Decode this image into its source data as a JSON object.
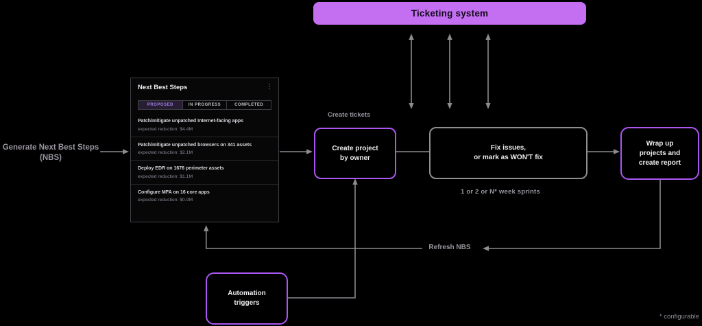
{
  "banner": {
    "label": "Ticketing system"
  },
  "labels": {
    "generate_nbs_line1": "Generate Next Best Steps",
    "generate_nbs_line2": "(NBS)",
    "create_tickets": "Create tickets",
    "sprints": "1 or 2 or N* week sprints",
    "refresh_nbs": "Refresh NBS",
    "configurable": "* configurable"
  },
  "boxes": {
    "create_project": {
      "line1": "Create project",
      "line2": "by owner"
    },
    "fix_issues": {
      "line1": "Fix issues,",
      "line2": "or mark as WON'T fix"
    },
    "wrap_up": {
      "line1": "Wrap up",
      "line2": "projects and",
      "line3": "create report"
    },
    "automation": {
      "line1": "Automation",
      "line2": "triggers"
    }
  },
  "nbs_panel": {
    "title": "Next Best Steps",
    "menu_icon": "⋮",
    "tabs": [
      {
        "label": "PROPOSED",
        "active": true
      },
      {
        "label": "IN PROGRESS",
        "active": false
      },
      {
        "label": "COMPLETED",
        "active": false
      }
    ],
    "items": [
      {
        "title": "Patch/mitigate unpatched Internet-facing apps",
        "subtitle": "expected reduction: $4.4M"
      },
      {
        "title": "Patch/mitigate unpatched browsers on 341 assets",
        "subtitle": "expected reduction: $2.1M"
      },
      {
        "title": "Deploy EDR on 1676 perimeter assets",
        "subtitle": "expected reduction: $1.1M"
      },
      {
        "title": "Configure MFA on 16 core apps",
        "subtitle": "expected reduction: $0.9M"
      }
    ]
  },
  "colors": {
    "background": "#000000",
    "accent_purple_fill": "#c46ff2",
    "accent_purple_border": "#ab57f2",
    "connector_gray": "#8b8b90",
    "label_gray": "#98949f",
    "active_tab_text": "#a47fe6"
  }
}
